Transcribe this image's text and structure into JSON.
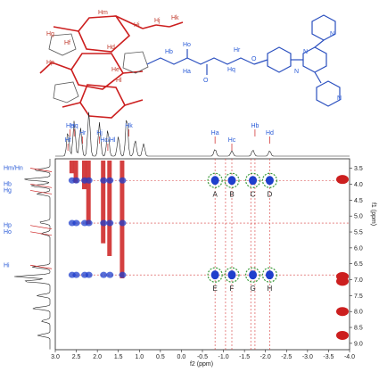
{
  "chart_data": {
    "type": "heatmap",
    "xlabel": "f2 (ppm)",
    "ylabel": "f1 (ppm)",
    "xlim": [
      3.0,
      -4.0
    ],
    "ylim": [
      3.2,
      9.2
    ],
    "x_ticks": [
      3.0,
      2.5,
      2.0,
      1.5,
      1.0,
      0.5,
      0.0,
      -0.5,
      -1.0,
      -1.5,
      -2.0,
      -2.5,
      -3.0,
      -3.5,
      -4.0
    ],
    "x_tick_labels": [
      "3.0",
      "2.5",
      "2.0",
      "1.5",
      "1.0",
      "0.5",
      "0.0",
      "-0.5",
      "-1.0",
      "-1.5",
      "-2.0",
      "-2.5",
      "-3.0",
      "-3.5",
      "-4.0"
    ],
    "y_ticks": [
      3.5,
      4.0,
      4.5,
      5.0,
      5.5,
      6.0,
      6.5,
      7.0,
      7.5,
      8.0,
      8.5,
      9.0
    ],
    "y_tick_labels": [
      "3.5",
      "4.0",
      "4.5",
      "5.0",
      "5.5",
      "6.0",
      "6.5",
      "7.0",
      "7.5",
      "8.0",
      "8.5",
      "9.0"
    ],
    "proton_labels_f2": [
      {
        "text": "Hq",
        "x": 2.55
      },
      {
        "text": "Hr",
        "x": 2.35
      },
      {
        "text": "Hf",
        "x": 2.7
      },
      {
        "text": "Hp",
        "x": 2.65
      },
      {
        "text": "Hj",
        "x": 1.95
      },
      {
        "text": "Hc/Hl",
        "x": 1.75
      },
      {
        "text": "Hk",
        "x": 1.25
      },
      {
        "text": "Ha",
        "x": -0.8
      },
      {
        "text": "Hc",
        "x": -1.2
      },
      {
        "text": "Hb",
        "x": -1.75
      },
      {
        "text": "Hd",
        "x": -2.1
      }
    ],
    "proton_labels_f1": [
      {
        "text": "Hm/Hn",
        "y": 3.55
      },
      {
        "text": "Hb",
        "y": 4.05
      },
      {
        "text": "Hg",
        "y": 4.25
      },
      {
        "text": "Hp",
        "y": 5.35
      },
      {
        "text": "Ho",
        "y": 5.55
      },
      {
        "text": "Hi",
        "y": 6.6
      }
    ],
    "cross_peaks": [
      {
        "label": "A",
        "x": -0.8,
        "y": 3.88
      },
      {
        "label": "B",
        "x": -1.2,
        "y": 3.88
      },
      {
        "label": "C",
        "x": -1.7,
        "y": 3.88
      },
      {
        "label": "D",
        "x": -2.1,
        "y": 3.88
      },
      {
        "label": "E",
        "x": -0.8,
        "y": 6.85
      },
      {
        "label": "F",
        "x": -1.2,
        "y": 6.85
      },
      {
        "label": "G",
        "x": -1.7,
        "y": 6.85
      },
      {
        "label": "H",
        "x": -2.1,
        "y": 6.85
      }
    ],
    "dashed_vertical_x": [
      -0.8,
      -1.05,
      -1.2,
      -1.65,
      -1.75,
      -2.1
    ],
    "dashed_horizontal_y": [
      3.88,
      5.22,
      6.85
    ],
    "diagonal_peak_x": [
      2.6,
      2.5,
      2.3,
      2.2,
      1.85,
      1.7,
      1.4
    ],
    "diagonal_peak_y": [
      3.6,
      3.9,
      4.1,
      5.2,
      5.8,
      6.2,
      6.9
    ],
    "edge_peaks_y": [
      3.85,
      6.9,
      7.05,
      8.0,
      8.75
    ],
    "molecule_labels": {
      "red": [
        "Hm",
        "Hi",
        "Hj",
        "Hk",
        "Hg",
        "Hf",
        "Hd",
        "Hp",
        "He",
        "Hl"
      ],
      "blue": [
        "Hb",
        "Ho",
        "Ha",
        "Hr",
        "Hq",
        "N",
        "N",
        "N",
        "N",
        "O",
        "O"
      ]
    },
    "colors": {
      "positive": "#cc1f1f",
      "negative": "#1f3fcc",
      "dash_red": "#d63b3b",
      "circle_green": "#3a9a3a",
      "axis": "#222222"
    }
  }
}
